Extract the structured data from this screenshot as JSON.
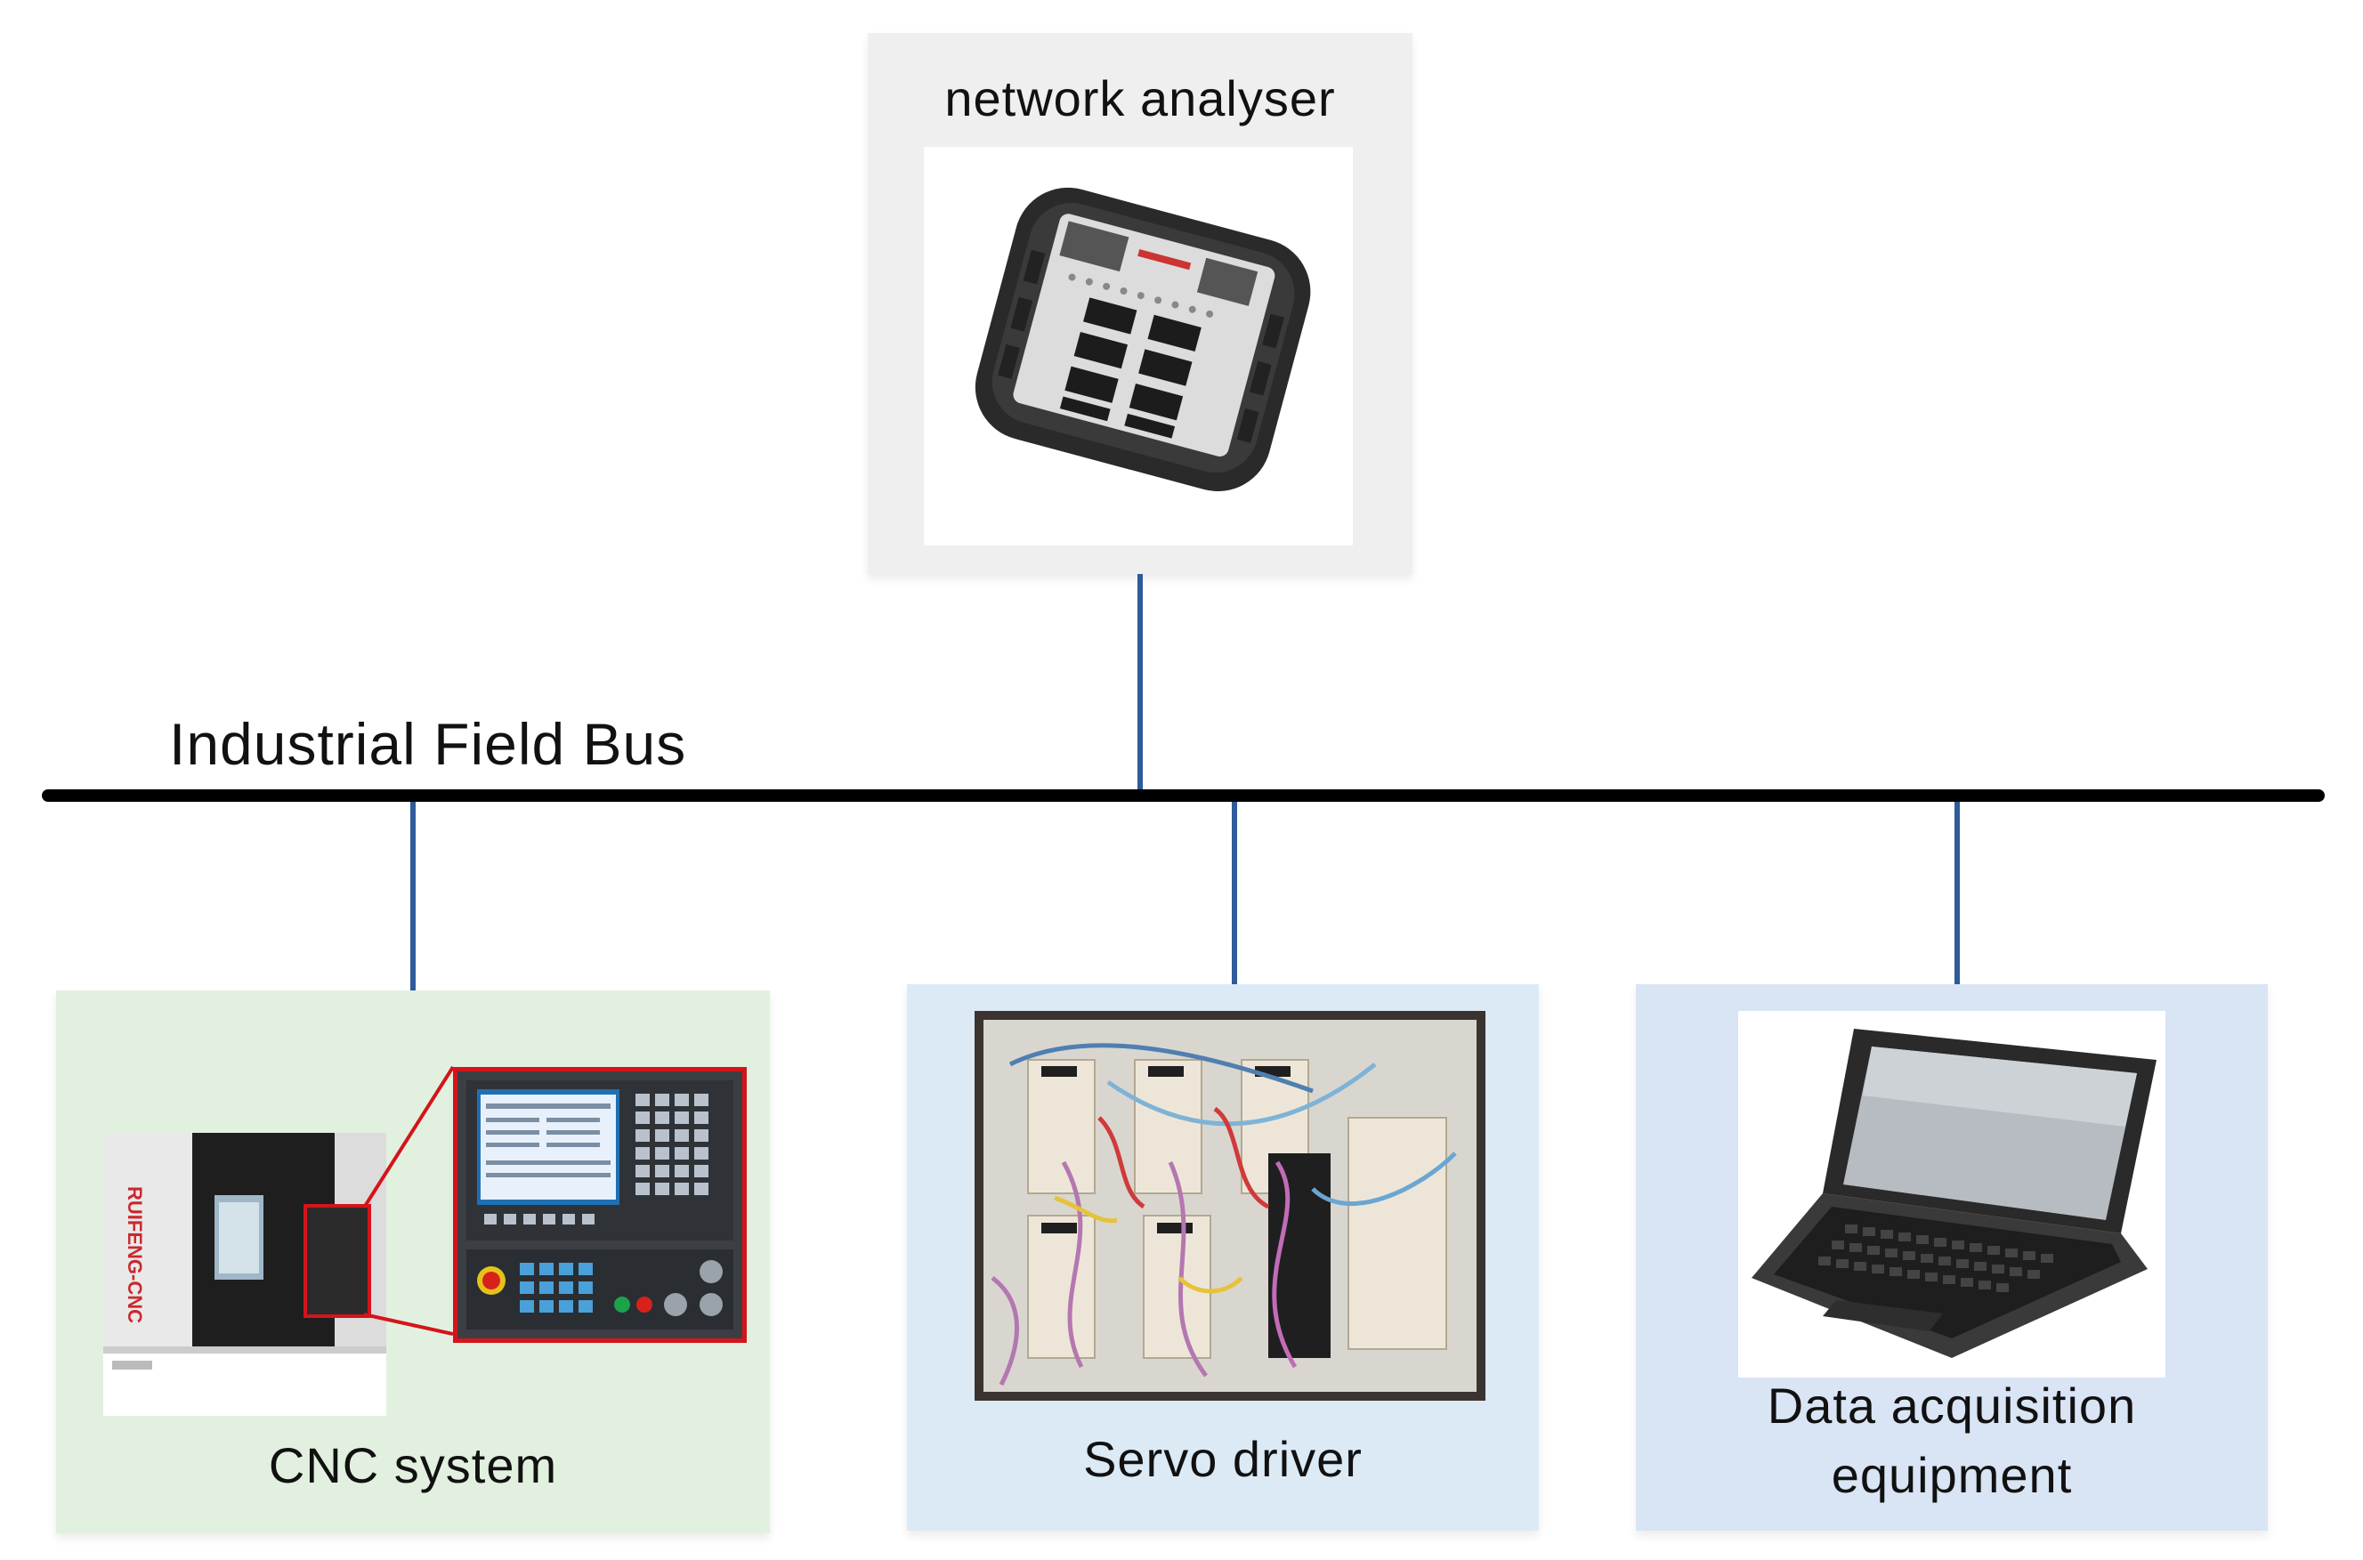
{
  "bus": {
    "label": "Industrial Field Bus"
  },
  "nodes": {
    "analyser": {
      "label": "network analyser"
    },
    "cnc": {
      "label": "CNC system",
      "brand_text": "RUIFENG-CNC"
    },
    "servo": {
      "label": "Servo driver"
    },
    "daq": {
      "label_line1": "Data acquisition",
      "label_line2": "equipment"
    }
  },
  "colors": {
    "analyser_box": "#efefef",
    "cnc_box": "#e2f1df",
    "servo_box": "#dceaf6",
    "daq_box": "#d9e4f4",
    "connector_line": "#2f5b9b",
    "bus_line": "#000000",
    "highlight": "#d4141b"
  }
}
